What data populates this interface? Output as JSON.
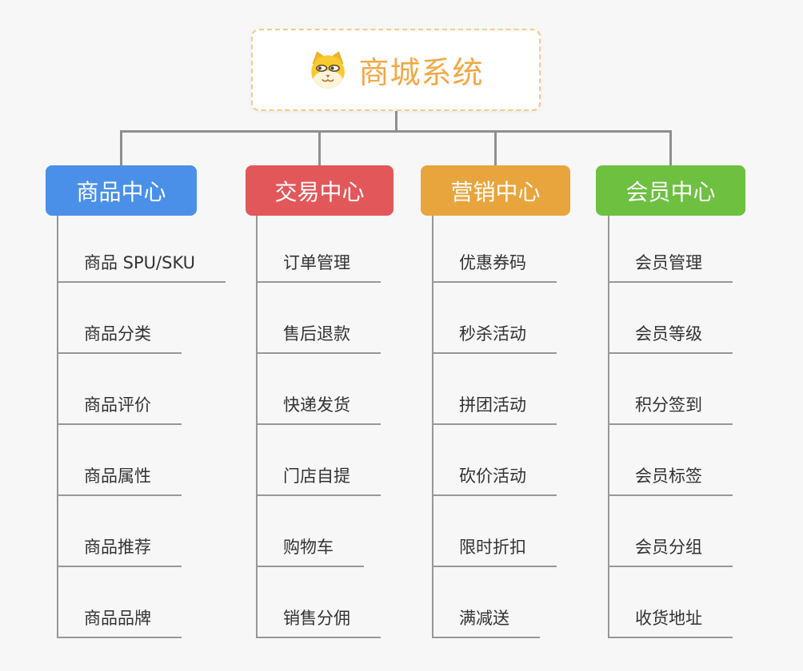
{
  "page": {
    "background": "#f7f7f7",
    "connector_color": "#8f8f8f",
    "leaf_line_color": "#979797",
    "leaf_text_color": "#333333"
  },
  "root": {
    "title": "商城系统",
    "icon": "dog-face-icon",
    "title_color": "#f0a946",
    "border_color": "#f6c98c"
  },
  "branches": [
    {
      "label": "商品中心",
      "color": "#4a90e8",
      "items": [
        "商品 SPU/SKU",
        "商品分类",
        "商品评价",
        "商品属性",
        "商品推荐",
        "商品品牌"
      ]
    },
    {
      "label": "交易中心",
      "color": "#e2585a",
      "items": [
        "订单管理",
        "售后退款",
        "快递发货",
        "门店自提",
        "购物车",
        "销售分佣"
      ]
    },
    {
      "label": "营销中心",
      "color": "#e9a53d",
      "items": [
        "优惠券码",
        "秒杀活动",
        "拼团活动",
        "砍价活动",
        "限时折扣",
        "满减送"
      ]
    },
    {
      "label": "会员中心",
      "color": "#6ec041",
      "items": [
        "会员管理",
        "会员等级",
        "积分签到",
        "会员标签",
        "会员分组",
        "收货地址"
      ]
    }
  ]
}
